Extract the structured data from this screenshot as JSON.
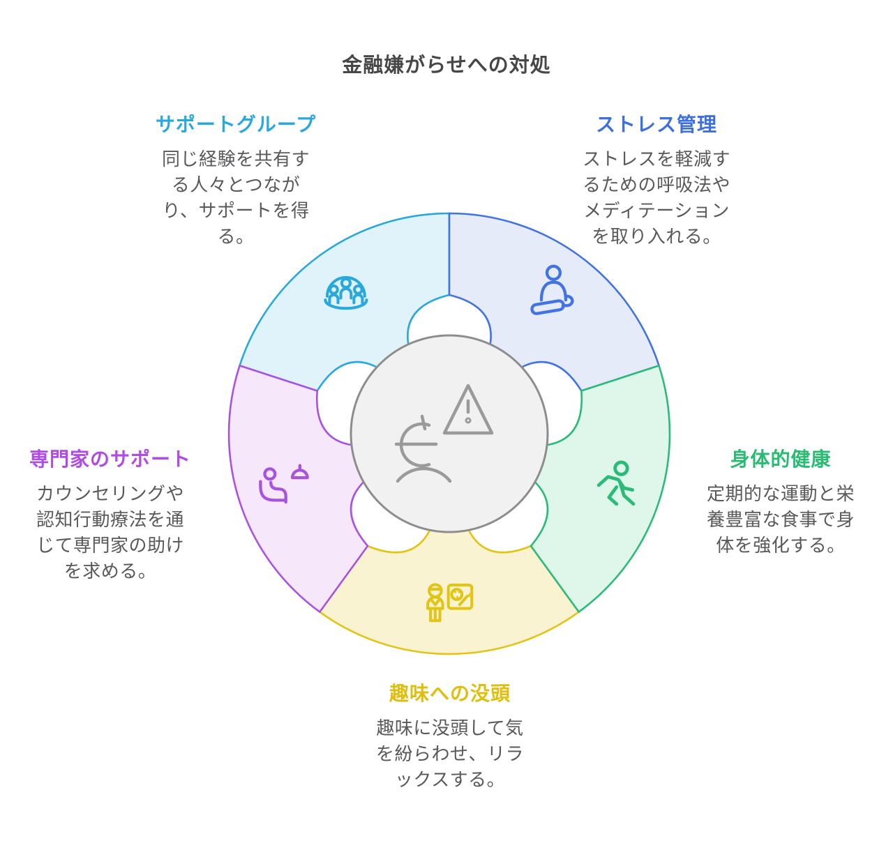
{
  "title": "金融嫌がらせへの対処",
  "center": {
    "icon": "sad-euro-warning-icon",
    "fill": "#F1F1F2",
    "stroke": "#8D8D8D",
    "icon_color": "#9A9A9A"
  },
  "segments": [
    {
      "id": "stress",
      "label": "ストレス管理",
      "description": "ストレスを軽減す\nるための呼吸法や\nメディテーション\nを取り入れる。",
      "label_color": "#3D6FDE",
      "stroke": "#4273E2",
      "fill": "#E6EBFA",
      "icon": "meditation-icon",
      "angle": 36,
      "position": "top-right"
    },
    {
      "id": "health",
      "label": "身体的健康",
      "description": "定期的な運動と栄\n養豊富な食事で身\n体を強化する。",
      "label_color": "#2ABB73",
      "stroke": "#2ABB78",
      "fill": "#DFF6EA",
      "icon": "runner-icon",
      "angle": 108,
      "position": "right"
    },
    {
      "id": "hobby",
      "label": "趣味への没頭",
      "description": "趣味に没頭して気\nを紛らわせ、リラ\nックスする。",
      "label_color": "#E0BE0D",
      "stroke": "#E2C414",
      "fill": "#FAF3D1",
      "icon": "painter-icon",
      "angle": 180,
      "position": "bottom"
    },
    {
      "id": "professional",
      "label": "専門家のサポート",
      "description": "カウンセリングや\n認知行動療法を通\nじて専門家の助け\nを求める。",
      "label_color": "#B04BE4",
      "stroke": "#A753E0",
      "fill": "#F7E7FA",
      "icon": "counseling-icon",
      "angle": 252,
      "position": "left"
    },
    {
      "id": "support-group",
      "label": "サポートグループ",
      "description": "同じ経験を共有す\nる人々とつなが\nり、サポートを得\nる。",
      "label_color": "#29A8DC",
      "stroke": "#29A8DC",
      "fill": "#E1F3FA",
      "icon": "support-group-icon",
      "angle": 324,
      "position": "top-left"
    }
  ]
}
